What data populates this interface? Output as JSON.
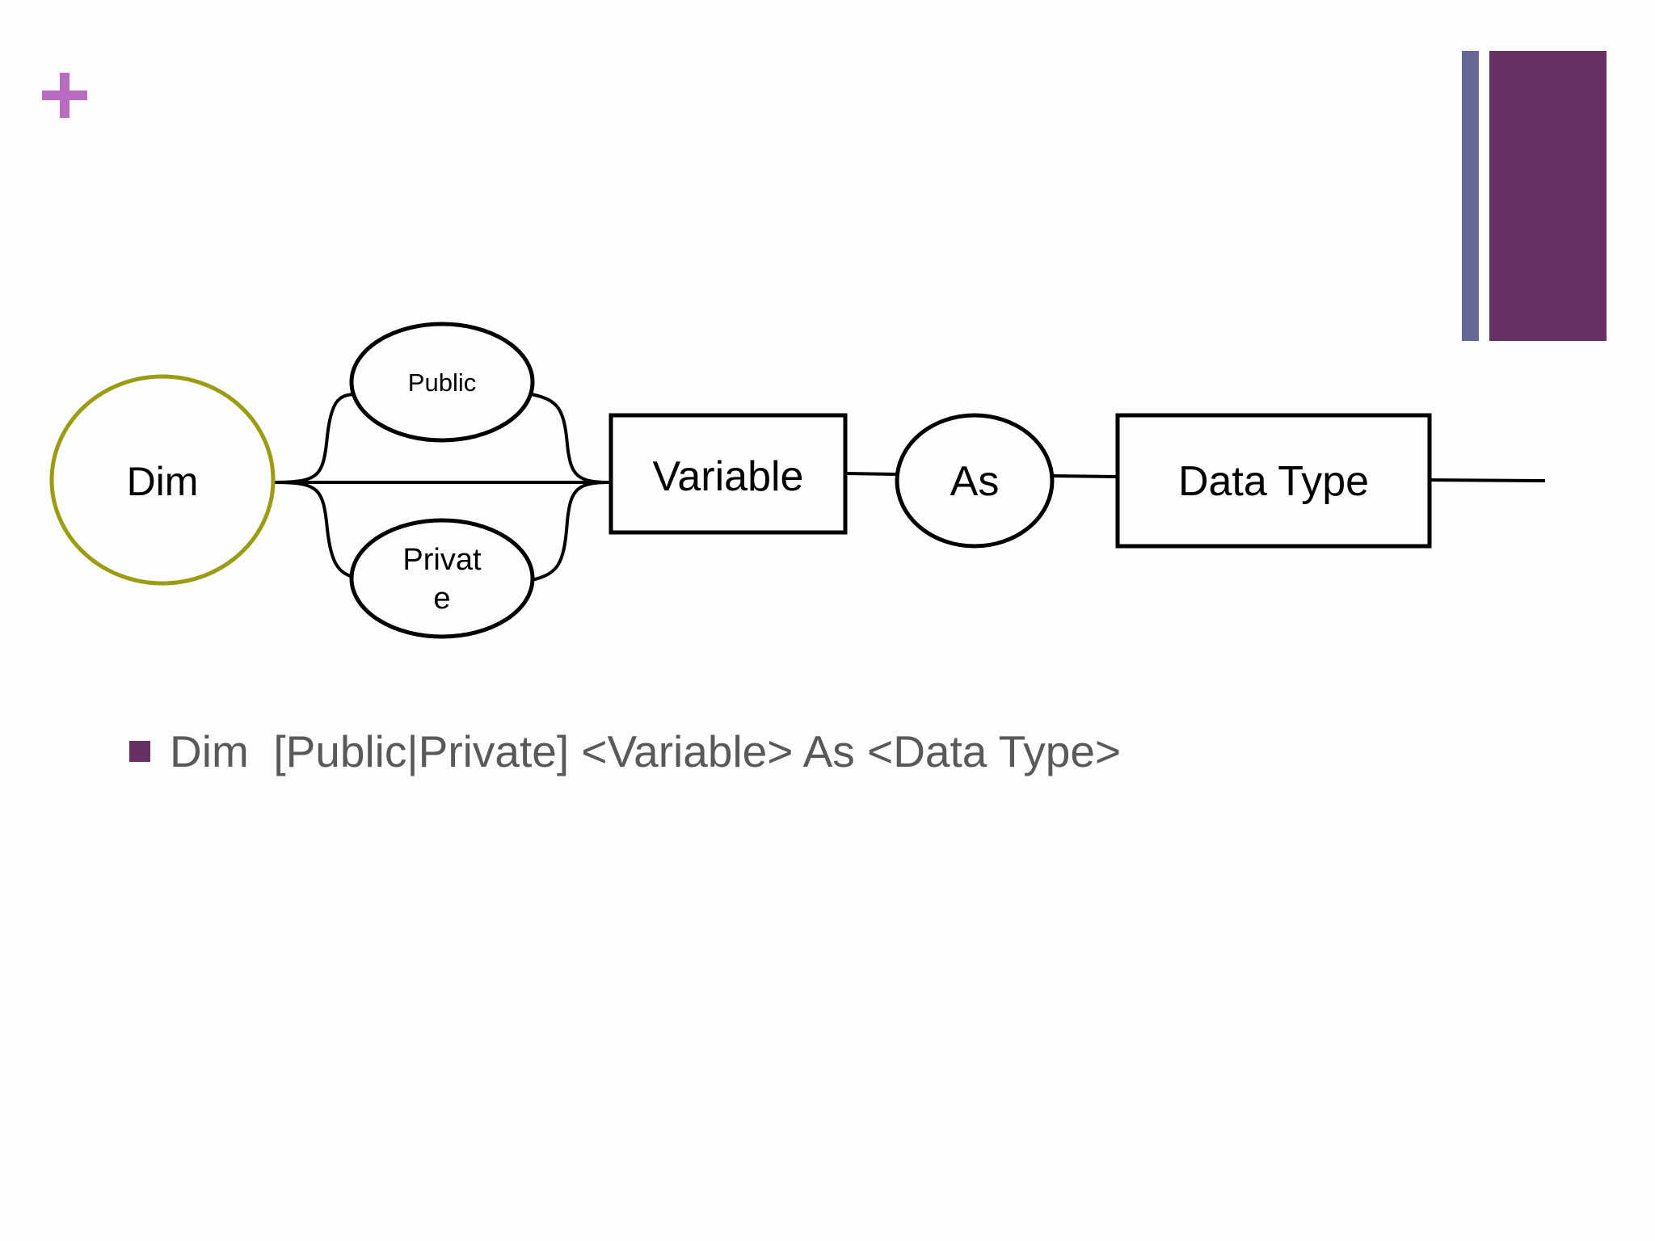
{
  "colors": {
    "plus_mark": "#b86cc0",
    "bar_thin": "#676798",
    "bar_wide": "#673164",
    "dim_circle_stroke": "#9c9c13",
    "bullet_square": "#673164",
    "bullet_text": "#595959"
  },
  "decorations": {
    "plus_icon": "plus-icon"
  },
  "diagram": {
    "start_node": "Dim",
    "optional_upper": "Public",
    "optional_lower_line1": "Privat",
    "optional_lower_line2": "e",
    "variable_box": "Variable",
    "as_node": "As",
    "data_type_box": "Data Type"
  },
  "bullets": [
    {
      "text": "Dim  [Public|Private] <Variable> As <Data Type>"
    }
  ]
}
